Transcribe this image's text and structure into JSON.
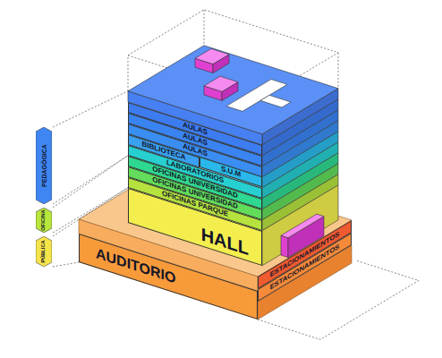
{
  "diagram": {
    "nodes": [
      {
        "text": [
          "PEDAGÓGICA"
        ]
      },
      {
        "text": [
          "OFICINA"
        ]
      },
      {
        "text": [
          "PÚBLICA"
        ]
      },
      {
        "text": [
          "AULAS"
        ]
      },
      {
        "text": [
          "AULAS"
        ]
      },
      {
        "text": [
          "AULAS"
        ]
      },
      {
        "text": [
          "BIBLIOTECA"
        ]
      },
      {
        "text": [
          "S.U.M"
        ]
      },
      {
        "text": [
          "LABORATORIOS"
        ]
      },
      {
        "text": [
          "OFICINAS UNIVERSIDAD"
        ]
      },
      {
        "text": [
          "OFICINAS UNIVERSIDAD"
        ]
      },
      {
        "text": [
          "OFICINAS PARQUE"
        ]
      },
      {
        "text": [
          "HALL"
        ]
      },
      {
        "text": [
          "ESTACIONAMIENTOS"
        ]
      },
      {
        "text": [
          "ESTACIONAMIENTOS"
        ]
      },
      {
        "text": [
          "AUDITORIO"
        ]
      }
    ]
  }
}
